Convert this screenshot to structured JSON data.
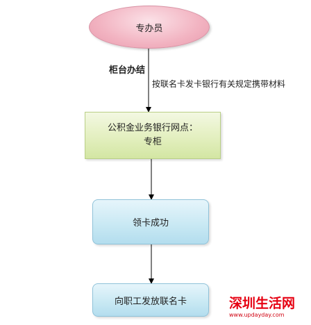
{
  "nodes": {
    "start": "专办员",
    "step1_line1": "公积金业务银行网点：",
    "step1_line2": "专柜",
    "step2": "领卡成功",
    "step3": "向职工发放联名卡"
  },
  "labels": {
    "counter": "柜台办结",
    "note": "按联名卡发卡银行有关规定携带材料"
  },
  "watermark": {
    "title": "深圳生活网",
    "url": "www.updayday.com"
  },
  "colors": {
    "start_fill": "#f2b3c1",
    "step1_fill": "#e3efbf",
    "step_fill": "#c7e8f3",
    "watermark": "#e60012"
  }
}
